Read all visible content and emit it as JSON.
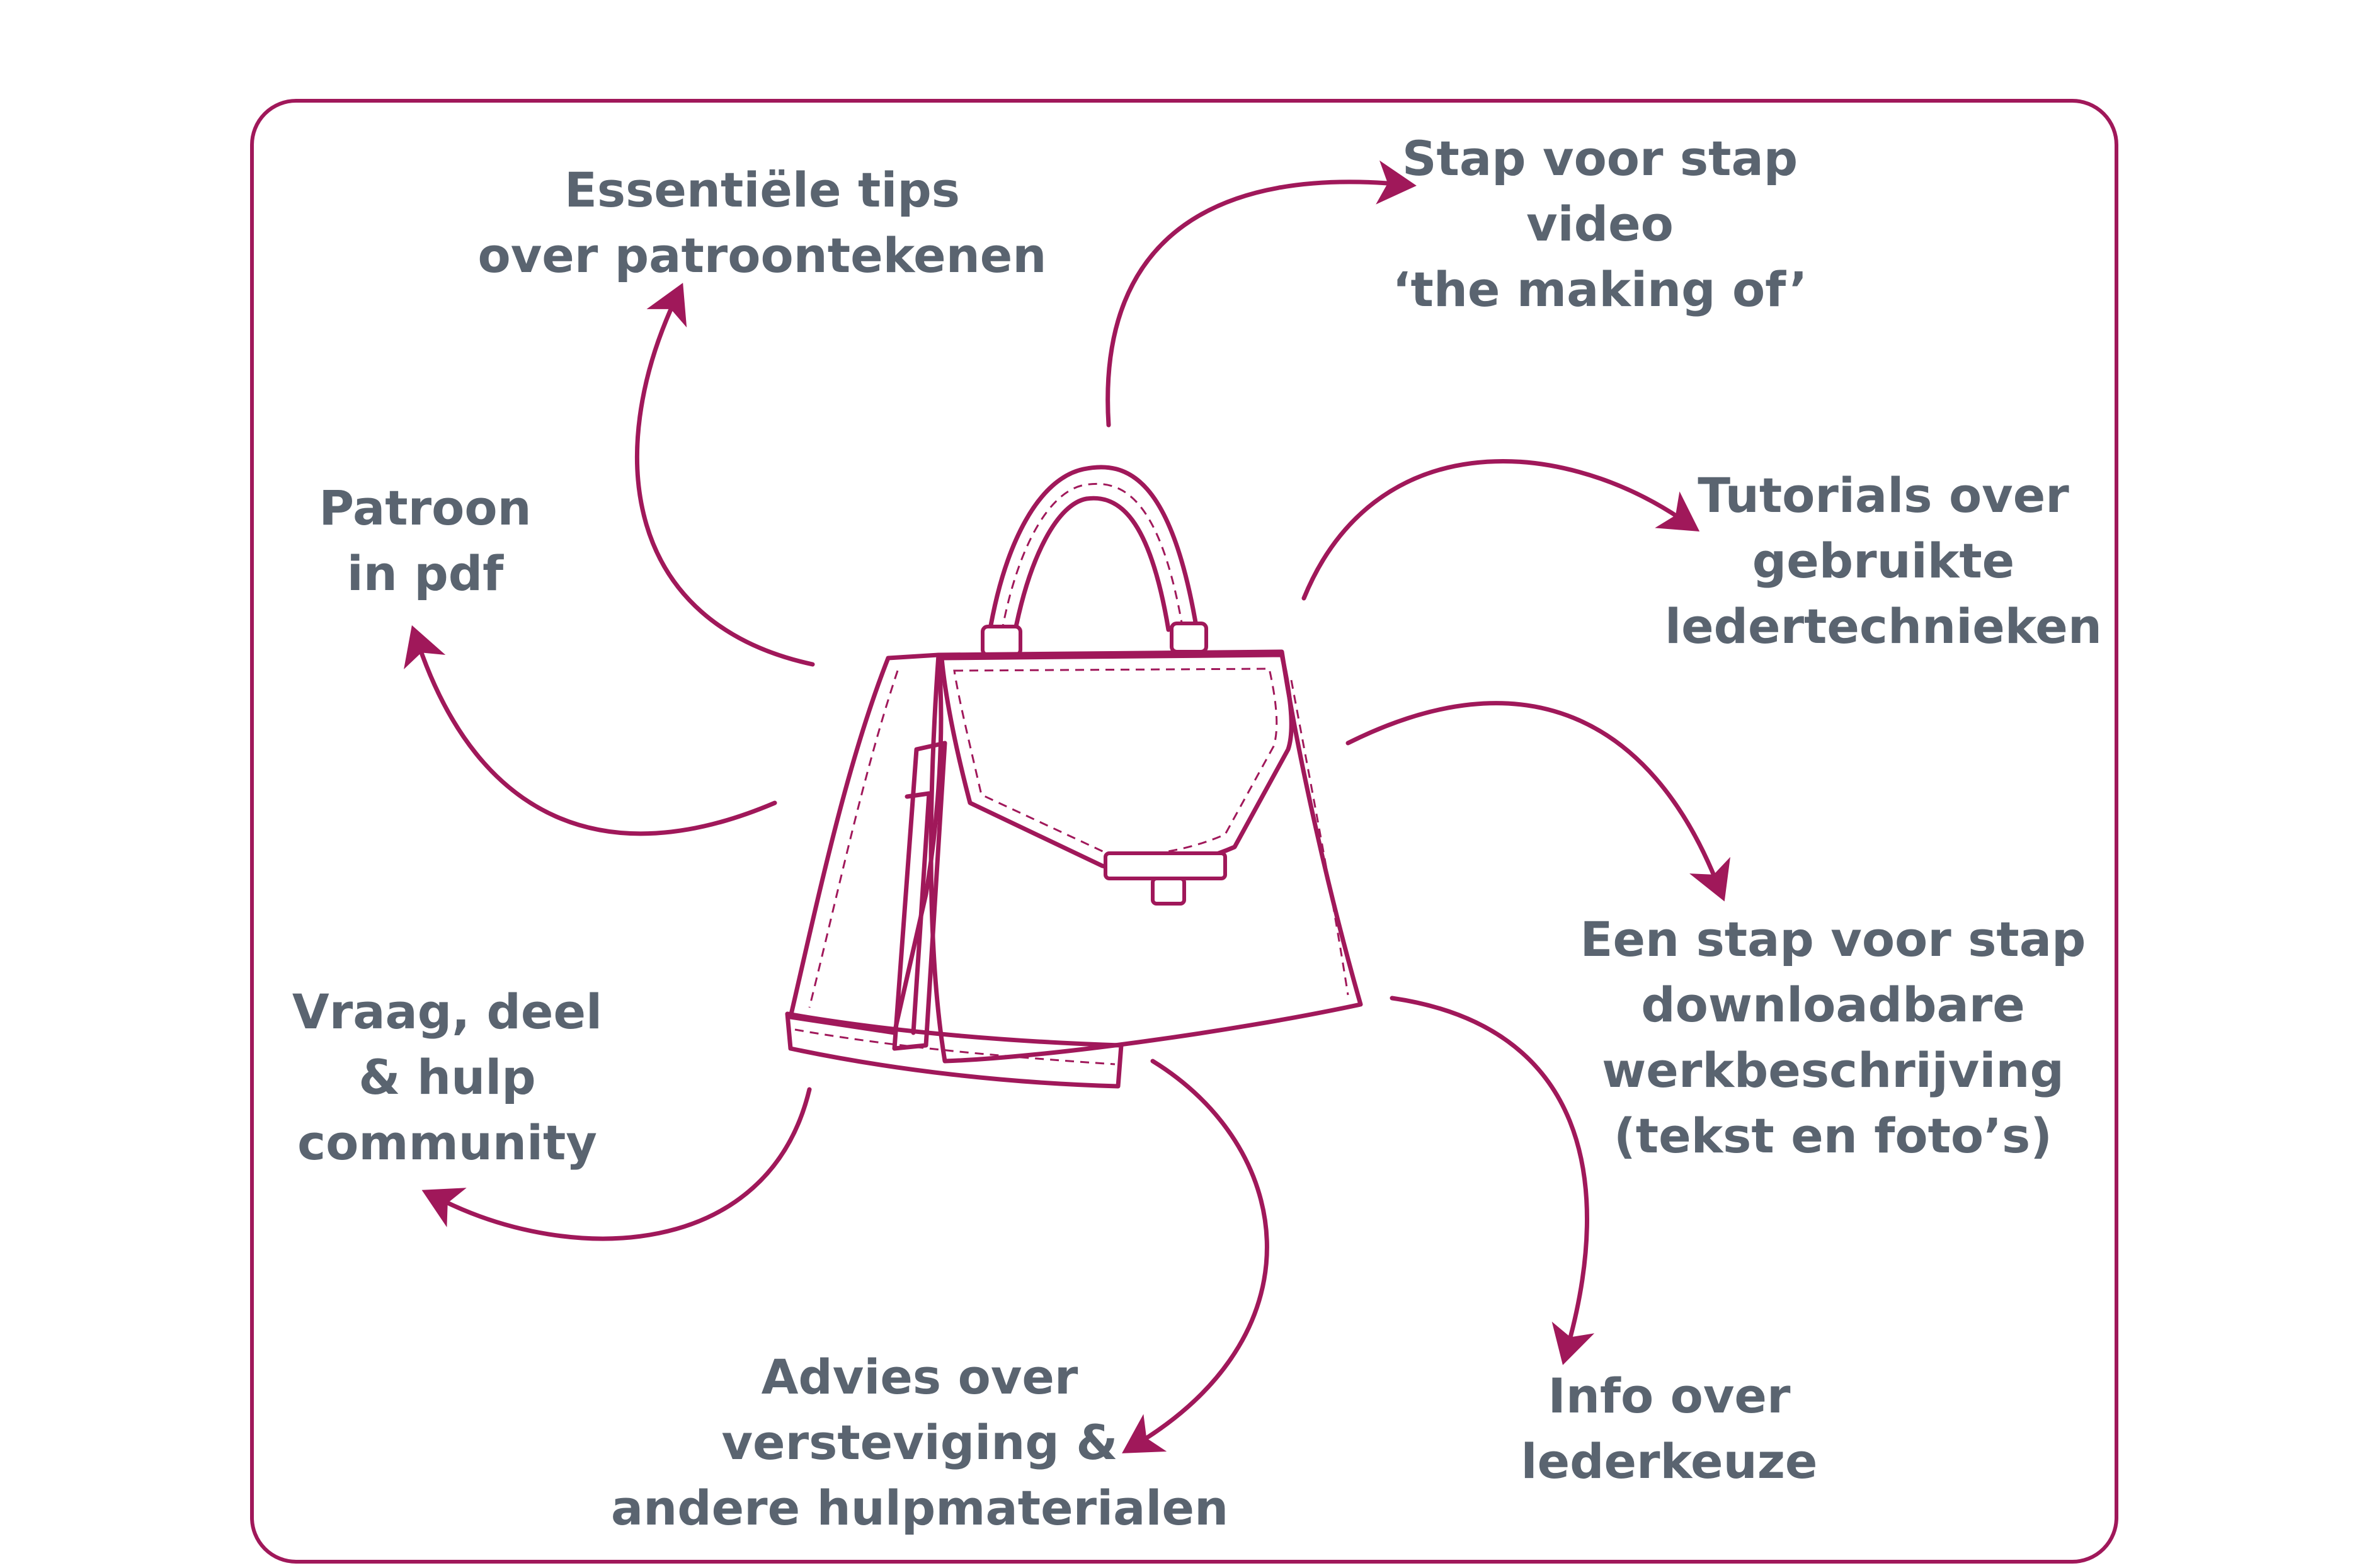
{
  "colors": {
    "accent": "#a0185a",
    "text": "#5a6470",
    "background": "#ffffff"
  },
  "image": "handbag-line-drawing",
  "labels": {
    "tips": [
      "Essentiële tips",
      "over patroontekenen"
    ],
    "video": [
      "Stap voor stap",
      "video",
      "‘the making of’"
    ],
    "pattern": [
      "Patroon",
      "in pdf"
    ],
    "tutorials": [
      "Tutorials over",
      "gebruikte",
      "ledertechnieken"
    ],
    "worksheet": [
      "Een stap voor stap",
      "downloadbare",
      "werkbeschrijving",
      "(tekst en foto’s)"
    ],
    "community": [
      "Vraag, deel",
      "& hulp",
      "community"
    ],
    "advice": [
      "Advies over",
      "versteviging &",
      "andere hulpmaterialen"
    ],
    "leather": [
      "Info over",
      "lederkeuze"
    ]
  }
}
